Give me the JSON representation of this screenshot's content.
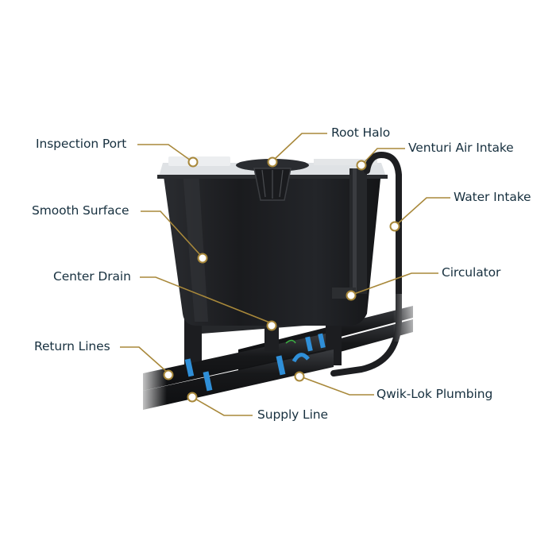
{
  "diagram": {
    "subject": "Hydroponic bucket system",
    "colors": {
      "label_text": "#17303f",
      "callout_line": "#a8883a",
      "callout_dot_fill": "#ffffff",
      "bucket_body": "#1f2124",
      "lid": "#e6e8ea",
      "pipe": "#1b1c1f",
      "qwik_lok_clip": "#2f8fd8"
    },
    "labels": [
      {
        "id": "inspection-port",
        "text": "Inspection Port"
      },
      {
        "id": "root-halo",
        "text": "Root Halo"
      },
      {
        "id": "venturi-air-intake",
        "text": "Venturi Air Intake"
      },
      {
        "id": "smooth-surface",
        "text": "Smooth Surface"
      },
      {
        "id": "water-intake",
        "text": "Water Intake"
      },
      {
        "id": "center-drain",
        "text": "Center Drain"
      },
      {
        "id": "circulator",
        "text": "Circulator"
      },
      {
        "id": "return-lines",
        "text": "Return Lines"
      },
      {
        "id": "qwik-lok-plumbing",
        "text": "Qwik-Lok Plumbing"
      },
      {
        "id": "supply-line",
        "text": "Supply Line"
      }
    ]
  }
}
